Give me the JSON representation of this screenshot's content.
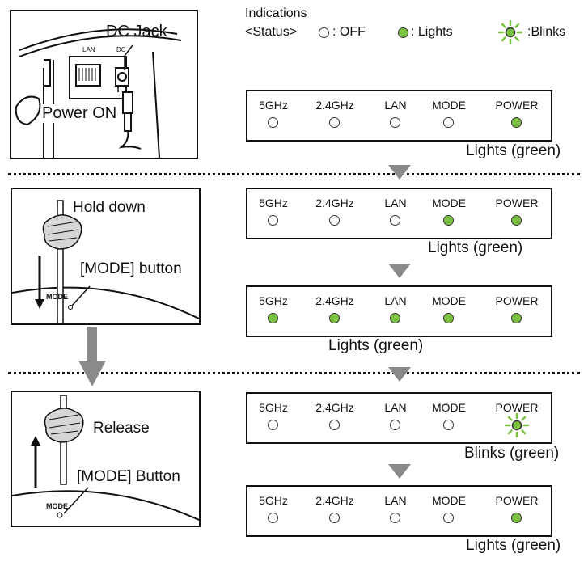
{
  "legend": {
    "title": "Indications",
    "status_label": "<Status>",
    "off_label": ": OFF",
    "lights_label": ": Lights",
    "blinks_label": ":Blinks"
  },
  "illustrations": {
    "step1": {
      "dc_jack": "DC Jack",
      "power_on": "Power ON",
      "lan_port": "LAN",
      "dc_port": "DC"
    },
    "step2": {
      "action": "Hold down",
      "button": "[MODE] button",
      "mode_text": "MODE"
    },
    "step3": {
      "action": "Release",
      "button": "[MODE] Button",
      "mode_text": "MODE"
    }
  },
  "led_names": [
    "5GHz",
    "2.4GHz",
    "LAN",
    "MODE",
    "POWER"
  ],
  "panels": [
    {
      "states": [
        "off",
        "off",
        "off",
        "off",
        "on"
      ],
      "caption": "Lights (green)"
    },
    {
      "states": [
        "off",
        "off",
        "off",
        "on",
        "on"
      ],
      "caption": "Lights (green)"
    },
    {
      "states": [
        "on",
        "on",
        "on",
        "on",
        "on"
      ],
      "caption": "Lights (green)"
    },
    {
      "states": [
        "off",
        "off",
        "off",
        "off",
        "blink"
      ],
      "caption": "Blinks (green)"
    },
    {
      "states": [
        "off",
        "off",
        "off",
        "off",
        "on"
      ],
      "caption": "Lights (green)"
    }
  ],
  "colors": {
    "led_green": "#7cc242",
    "arrow_gray": "#8a8a8a"
  }
}
